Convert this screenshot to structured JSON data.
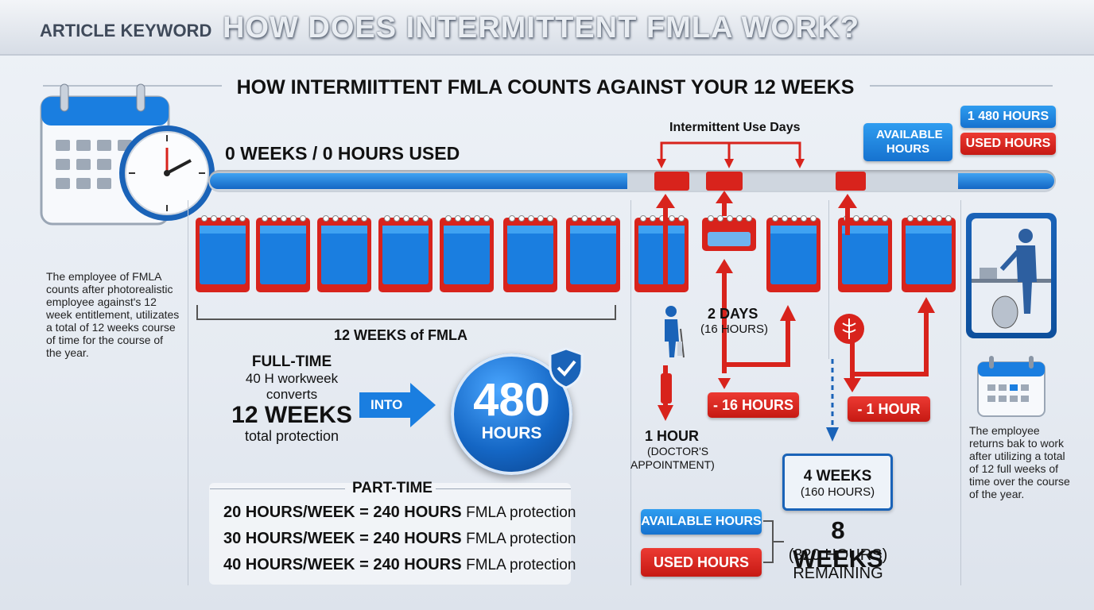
{
  "header": {
    "keyword_label": "ARTICLE KEYWORD",
    "headline": "HOW DOES INTERMITTENT FMLA WORK?"
  },
  "title": "HOW INTERMIITTENT FMLA COUNTS AGAINST YOUR 12 WEEKS",
  "timeline": {
    "used_label": "0 WEEKS / 0 HOURS USED",
    "intermittent_label": "Intermittent Use Days",
    "twelve_weeks_label": "12 WEEKS of FMLA"
  },
  "legend_top": {
    "available": "AVAILABLE HOURS",
    "total_hours": "1 480 HOURS",
    "used": "USED HOURS"
  },
  "left_note": "The employee of FMLA counts after photorealistic employee against's 12 week entitlement, utilizates a total of 12 weeks course of time for the course of the year.",
  "right_note": "The employee returns bak to work after utilizing a total of 12 full weeks of time over the course of the year.",
  "full_time": {
    "heading": "FULL-TIME",
    "line1": "40 H workweek",
    "line2": "converts",
    "big": "12 WEEKS",
    "line3": "total protection",
    "into": "INTO",
    "circle_value": "480",
    "circle_unit": "HOURS"
  },
  "part_time": {
    "heading": "PART-TIME",
    "rows": [
      {
        "bold": "20 HOURS/WEEK = 240 HOURS",
        "rest": "FMLA protection"
      },
      {
        "bold": "30 HOURS/WEEK = 240 HOURS",
        "rest": "FMLA protection"
      },
      {
        "bold": "40 HOURS/WEEK = 240 HOURS",
        "rest": "FMLA protection"
      }
    ]
  },
  "events": {
    "one_hour_title": "1 HOUR",
    "one_hour_sub1": "(DOCTOR'S",
    "one_hour_sub2": "APPOINTMENT)",
    "two_days_title": "2 DAYS",
    "two_days_sub": "(16 HOURS)",
    "minus16": "- 16 HOURS",
    "minus1": "- 1 HOUR"
  },
  "summary": {
    "four_weeks": "4 WEEKS",
    "four_weeks_sub": "(160 HOURS)",
    "available": "AVAILABLE HOURS",
    "used": "USED HOURS",
    "eight_weeks": "8 WEEKS",
    "eight_weeks_sub": "(320 HOURS)",
    "remaining": "REMAINING"
  },
  "colors": {
    "blue": "#1a7ee0",
    "red": "#d8231c",
    "dark_blue": "#0d4f9c"
  }
}
